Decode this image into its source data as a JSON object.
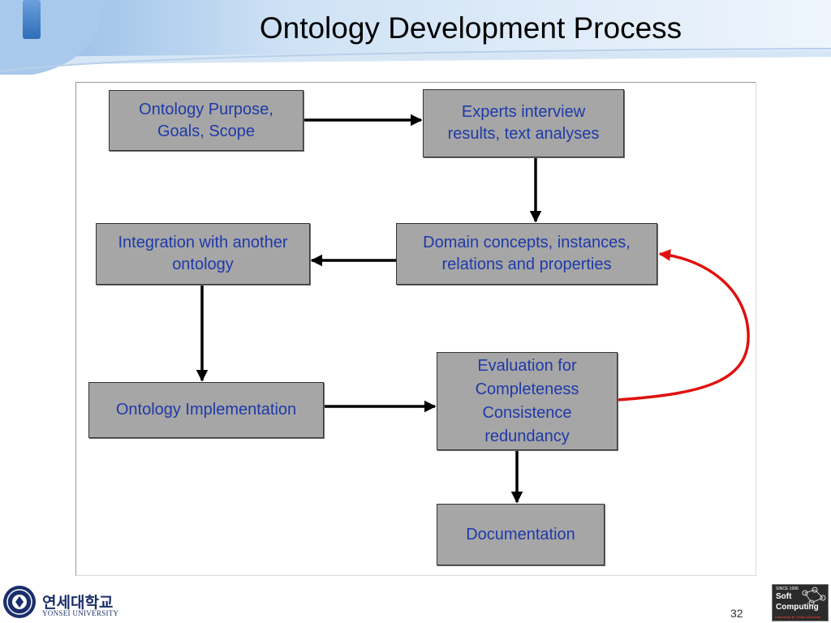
{
  "slide": {
    "title": "Ontology Development Process",
    "page_number": "32"
  },
  "colors": {
    "node_fill": "#a6a6a6",
    "node_text": "#1f3aa8",
    "arrow": "#000000",
    "feedback_arrow": "#e01010",
    "header_blue": "#4a86c8"
  },
  "diagram": {
    "nodes": [
      {
        "id": "purpose",
        "label": "Ontology Purpose,\nGoals, Scope"
      },
      {
        "id": "experts",
        "label": "Experts interview\nresults, text analyses"
      },
      {
        "id": "domain",
        "label": "Domain concepts, instances,\nrelations and properties"
      },
      {
        "id": "integration",
        "label": "Integration with another\nontology"
      },
      {
        "id": "implementation",
        "label": "Ontology Implementation"
      },
      {
        "id": "evaluation",
        "label": "Evaluation for\nCompleteness\nConsistence\nredundancy"
      },
      {
        "id": "documentation",
        "label": "Documentation"
      }
    ],
    "edges": [
      {
        "from": "purpose",
        "to": "experts"
      },
      {
        "from": "experts",
        "to": "domain"
      },
      {
        "from": "domain",
        "to": "integration"
      },
      {
        "from": "integration",
        "to": "implementation"
      },
      {
        "from": "implementation",
        "to": "evaluation"
      },
      {
        "from": "evaluation",
        "to": "documentation"
      },
      {
        "from": "evaluation",
        "to": "domain",
        "style": "feedback"
      }
    ]
  },
  "footer": {
    "university_korean": "연세대학교",
    "university_english": "YONSEI UNIVERSITY",
    "lab_logo": {
      "since": "SINCE 1996",
      "line1": "Soft",
      "line2": "Computing",
      "tag": "Laboratory @ Yonsei University"
    }
  }
}
